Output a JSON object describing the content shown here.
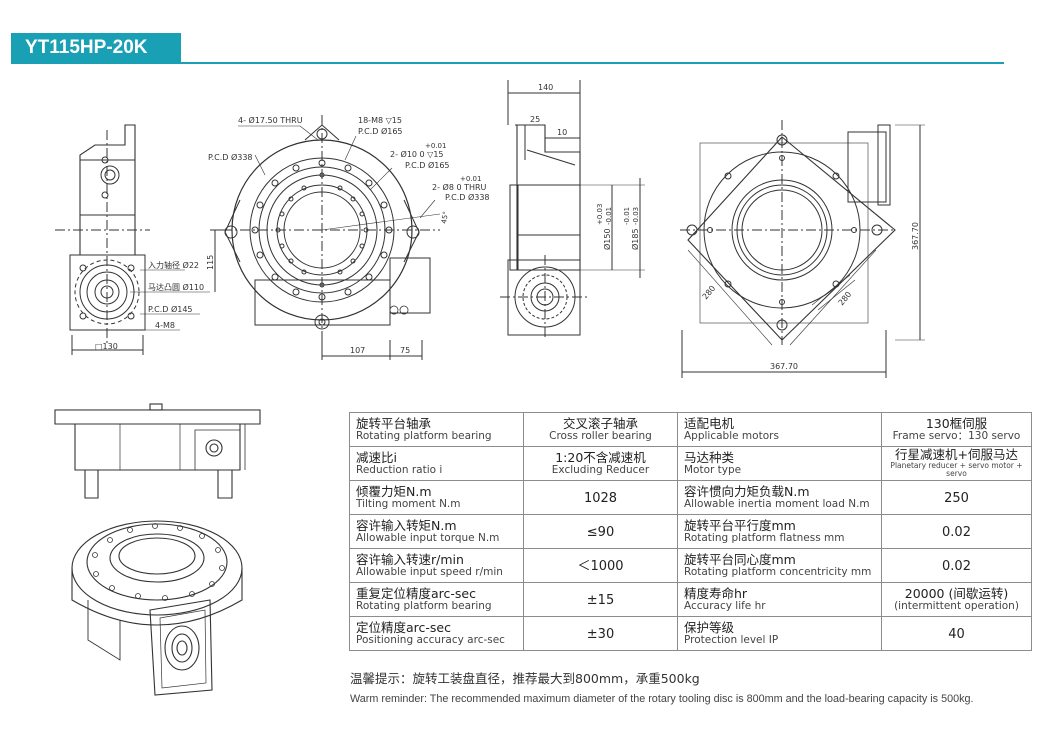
{
  "header": {
    "title": "YT115HP-20K"
  },
  "drawing": {
    "left_view": {
      "pcd_label": "P.C.D Ø338",
      "input_shaft": "入力轴径 Ø22",
      "motor_boss": "马达凸圆 Ø110",
      "pcd_145": "P.C.D Ø145",
      "bolts": "4-M8",
      "square": "□130",
      "dim_115": "115"
    },
    "center_view": {
      "holes_thru": "4- Ø17.50 THRU",
      "tapped": "18-M8 ▽15",
      "pcd_165a": "P.C.D Ø165",
      "tol_plus": "+0.01",
      "pin_holes": "2- Ø10   0   ▽15",
      "pcd_165b": "P.C.D Ø165",
      "tol_plus2": "+0.01",
      "pin_holes2": "2- Ø8   0     THRU",
      "pcd_338": "P.C.D Ø338",
      "angle": "45°",
      "dim_107": "107",
      "dim_75": "75"
    },
    "side_view": {
      "dim_140": "140",
      "dim_25": "25",
      "dim_10": "10",
      "dia_150": "Ø150",
      "tol_150a": "+0.03",
      "tol_150b": "-0.01",
      "dia_185": "Ø185",
      "tol_185a": "-0.01",
      "tol_185b": "-0.03"
    },
    "top_view": {
      "dim_367_v": "367.70",
      "dim_367_h": "367.70",
      "dim_280a": "280",
      "dim_280b": "280"
    }
  },
  "specs": {
    "rows": [
      {
        "l_zh": "旋转平台轴承",
        "l_en": "Rotating platform bearing",
        "v1_zh": "交叉滚子轴承",
        "v1_en": "Cross roller bearing",
        "r_zh": "适配电机",
        "r_en": "Applicable motors",
        "v2_zh": "130框伺服",
        "v2_en": "Frame servo：130 servo"
      },
      {
        "l_zh": "减速比i",
        "l_en": "Reduction ratio i",
        "v1_zh": "1:20不含减速机",
        "v1_en": "Excluding Reducer",
        "r_zh": "马达种类",
        "r_en": "Motor type",
        "v2_zh": "行星减速机+伺服马达",
        "v2_en": "Planetary reducer + servo motor + servo"
      },
      {
        "l_zh": "倾覆力矩N.m",
        "l_en": "Tilting moment N.m",
        "v1": "1028",
        "r_zh": "容许惯向力矩负载N.m",
        "r_en": "Allowable inertia moment load N.m",
        "v2": "250"
      },
      {
        "l_zh": "容许输入转矩N.m",
        "l_en": "Allowable input torque N.m",
        "v1": "≤90",
        "r_zh": "旋转平台平行度mm",
        "r_en": "Rotating platform flatness mm",
        "v2": "0.02"
      },
      {
        "l_zh": "容许输入转速r/min",
        "l_en": "Allowable input speed r/min",
        "v1": "＜1000",
        "r_zh": "旋转平台同心度mm",
        "r_en": "Rotating platform concentricity mm",
        "v2": "0.02"
      },
      {
        "l_zh": "重复定位精度arc-sec",
        "l_en": "Rotating platform bearing",
        "v1": "±15",
        "r_zh": "精度寿命hr",
        "r_en": "Accuracy life hr",
        "v2_zh": "20000 (间歇运转)",
        "v2_en": "(intermittent operation)"
      },
      {
        "l_zh": "定位精度arc-sec",
        "l_en": "Positioning accuracy arc-sec",
        "v1": "±30",
        "r_zh": "保护等级",
        "r_en": "Protection level IP",
        "v2": "40"
      }
    ]
  },
  "notes": {
    "zh": "温馨提示：旋转工装盘直径，推荐最大到800mm，承重500kg",
    "en": "Warm reminder: The recommended maximum diameter of the rotary tooling disc is 800mm and the load-bearing capacity is 500kg."
  },
  "colors": {
    "accent": "#1aa0b5",
    "line": "#333333",
    "table_border": "#8c8c8c"
  }
}
